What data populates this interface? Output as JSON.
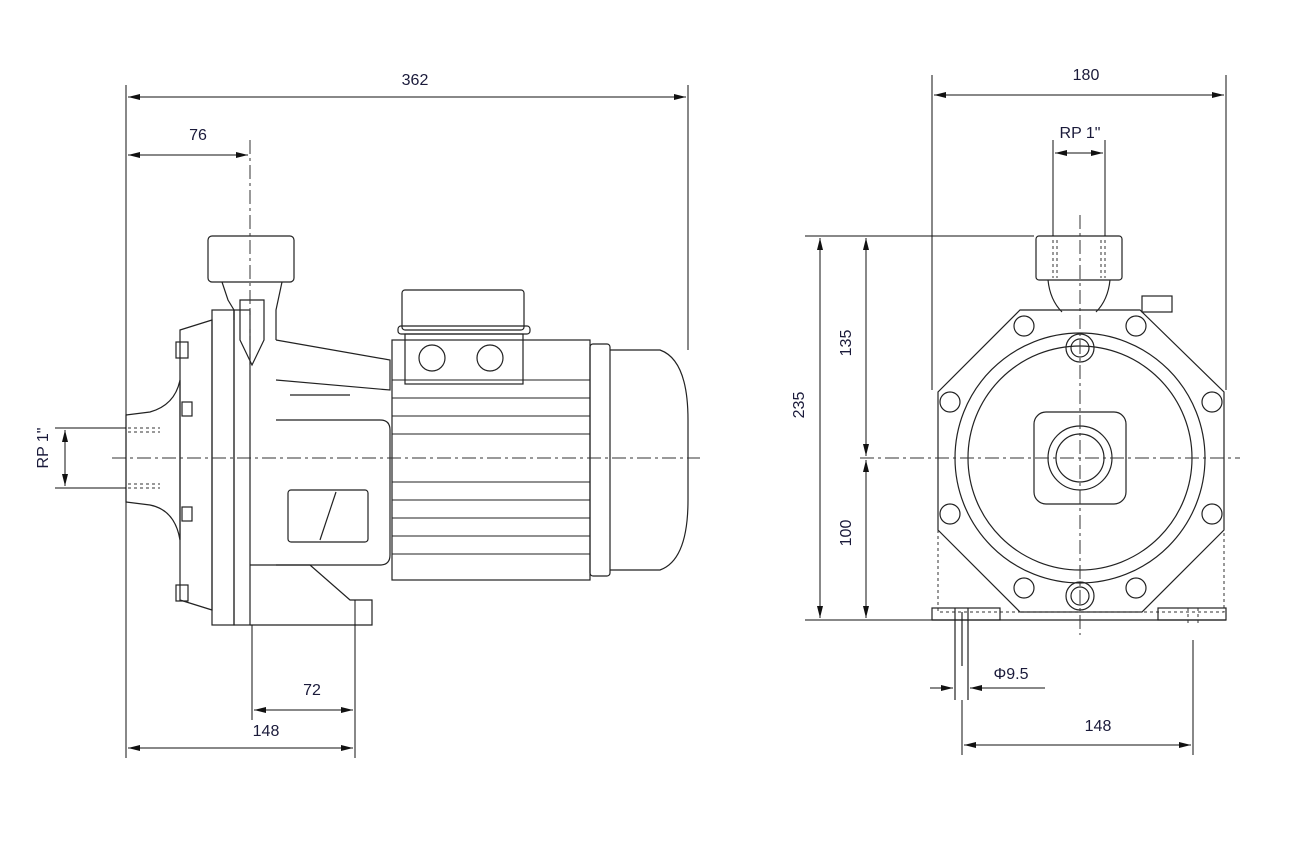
{
  "side_view": {
    "overall_length": "362",
    "outlet_offset": "76",
    "inlet_thread": "RP 1\"",
    "foot_hole_spacing": "72",
    "foot_length": "148"
  },
  "front_view": {
    "width": "180",
    "outlet_thread": "RP 1\"",
    "total_height": "235",
    "upper_height": "135",
    "shaft_height": "100",
    "hole_diameter": "Φ9.5",
    "foot_hole_spacing": "148"
  },
  "colors": {
    "line": "#222222",
    "text": "#1a1a3a"
  }
}
